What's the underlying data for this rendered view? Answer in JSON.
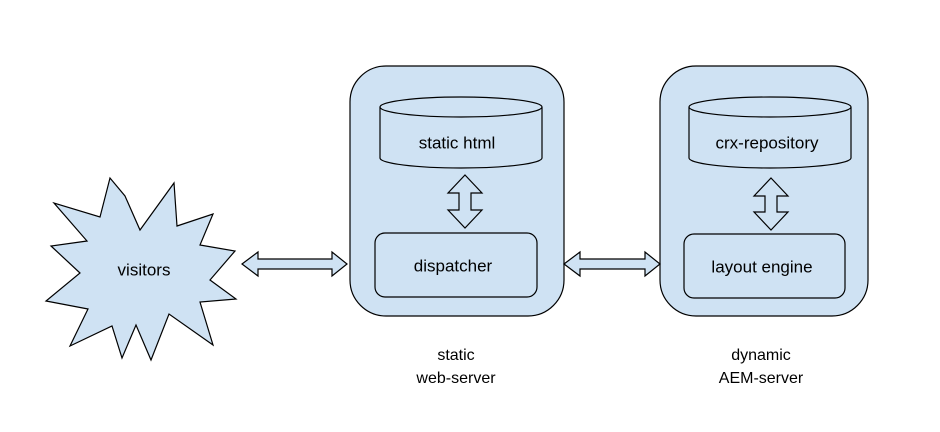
{
  "colors": {
    "fill": "#cfe2f3",
    "stroke": "#000000",
    "background": "#ffffff",
    "text": "#000000"
  },
  "nodes": {
    "visitors": {
      "label": "visitors",
      "shape": "starburst"
    },
    "static_html": {
      "label": "static html",
      "shape": "cylinder"
    },
    "dispatcher": {
      "label": "dispatcher",
      "shape": "rounded-rectangle"
    },
    "crx_repository": {
      "label": "crx-repository",
      "shape": "cylinder"
    },
    "layout_engine": {
      "label": "layout engine",
      "shape": "rounded-rectangle"
    }
  },
  "groups": {
    "static_web_server": {
      "caption_line1": "static",
      "caption_line2": "web-server"
    },
    "dynamic_aem_server": {
      "caption_line1": "dynamic",
      "caption_line2": "AEM-server"
    }
  },
  "connections": [
    {
      "from": "visitors",
      "to": "dispatcher",
      "direction": "bidirectional"
    },
    {
      "from": "static_html",
      "to": "dispatcher",
      "direction": "bidirectional"
    },
    {
      "from": "dispatcher",
      "to": "layout_engine",
      "direction": "bidirectional"
    },
    {
      "from": "crx_repository",
      "to": "layout_engine",
      "direction": "bidirectional"
    }
  ]
}
